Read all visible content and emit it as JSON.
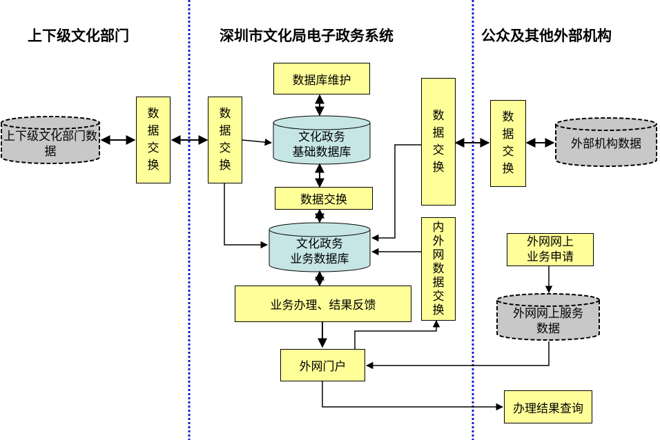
{
  "headers": {
    "left": "上下级文化部门",
    "center": "深圳市文化局电子政务系统",
    "right": "公众及其他外部机构"
  },
  "databases": {
    "upper_lower_data": "上下级文化部门数据",
    "culture_base_db_line1": "文化政务",
    "culture_base_db_line2": "基础数据库",
    "culture_business_db_line1": "文化政务",
    "culture_business_db_line2": "业务数据库",
    "external_org_data": "外部机构数据",
    "extranet_service_data_line1": "外网网上服务",
    "extranet_service_data_line2": "数据"
  },
  "boxes": {
    "data_exchange_vertical": [
      "数",
      "据",
      "交",
      "换"
    ],
    "db_maintenance": "数据库维护",
    "data_exchange_horizontal": "数据交换",
    "business_feedback": "业务办理、结果反馈",
    "intranet_extranet_exchange": [
      "内",
      "外",
      "网",
      "数",
      "据",
      "交",
      "换"
    ],
    "extranet_apply_line1": "外网网上",
    "extranet_apply_line2": "业务申请",
    "extranet_portal": "外网门户",
    "result_query": "办理结果查询"
  },
  "colors": {
    "box_fill": "#ffff99",
    "base_db_fill": "#c6e6e6",
    "gray_db_fill": "#c8c8c8",
    "divider": "#1a1acc"
  }
}
